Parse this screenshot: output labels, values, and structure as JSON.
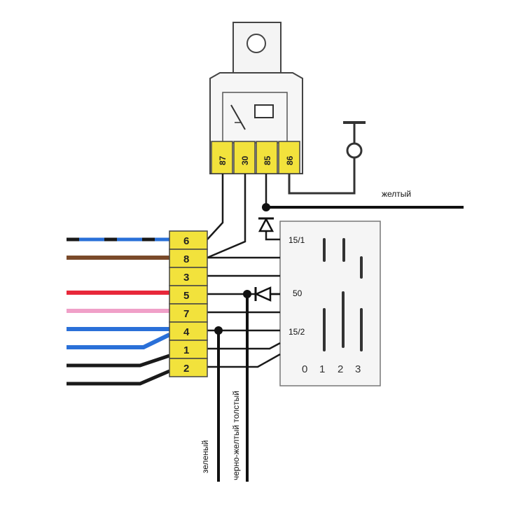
{
  "relay": {
    "pins": [
      "87",
      "30",
      "85",
      "86"
    ]
  },
  "connector": {
    "pins": [
      "6",
      "8",
      "3",
      "5",
      "7",
      "4",
      "1",
      "2"
    ]
  },
  "switch": {
    "contacts": [
      "15/1",
      "50",
      "15/2"
    ],
    "positions": [
      "0",
      "1",
      "2",
      "3"
    ]
  },
  "wires": {
    "yellow_label": "желтый",
    "green_label": "зеленый",
    "black_yellow_label": "черно-желтый толстый"
  },
  "colors": {
    "pin_fill": "#f2e23c",
    "wire_black": "#1a1a1a",
    "wire_red": "#e8283a",
    "wire_pink": "#f0a0c8",
    "wire_blue": "#2a70d8",
    "wire_brown": "#7a4a2a"
  }
}
